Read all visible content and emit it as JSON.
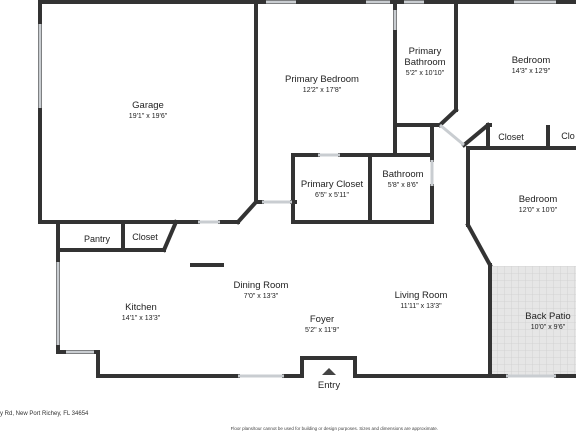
{
  "rooms": {
    "garage": {
      "name": "Garage",
      "dims": "19'1\" x 19'6\""
    },
    "primary_bedroom": {
      "name": "Primary Bedroom",
      "dims": "12'2\" x 17'8\""
    },
    "primary_bathroom": {
      "name_line1": "Primary",
      "name_line2": "Bathroom",
      "dims": "5'2\" x 10'10\""
    },
    "bedroom_1": {
      "name": "Bedroom",
      "dims": "14'3\" x 12'9\""
    },
    "closet_right": {
      "name": "Closet"
    },
    "closet_far_right": {
      "name": "Clo"
    },
    "primary_closet": {
      "name": "Primary Closet",
      "dims": "6'5\" x 5'11\""
    },
    "bathroom": {
      "name": "Bathroom",
      "dims": "5'8\" x 8'6\""
    },
    "bedroom_2": {
      "name": "Bedroom",
      "dims": "12'0\" x 10'0\""
    },
    "pantry": {
      "name": "Pantry"
    },
    "closet_kitchen": {
      "name": "Closet"
    },
    "dining_room": {
      "name": "Dining Room",
      "dims": "7'0\" x 13'3\""
    },
    "kitchen": {
      "name": "Kitchen",
      "dims": "14'1\" x 13'3\""
    },
    "foyer": {
      "name": "Foyer",
      "dims": "5'2\" x 11'9\""
    },
    "living_room": {
      "name": "Living Room",
      "dims": "11'11\" x 13'3\""
    },
    "back_patio": {
      "name": "Back Patio",
      "dims": "10'0\" x 9'6\""
    },
    "entry": {
      "name": "Entry"
    }
  },
  "footer": {
    "address": "y Rd, New Port Richey, FL 34654",
    "disclaimer": "Floor plans/tour cannot be used for building or design purposes. Sizes and dimensions are approximate."
  },
  "colors": {
    "wall": "#333333",
    "window": "#c9cdd1",
    "patio_fill": "#e6e6e6",
    "patio_grid": "#cfcfcf"
  }
}
